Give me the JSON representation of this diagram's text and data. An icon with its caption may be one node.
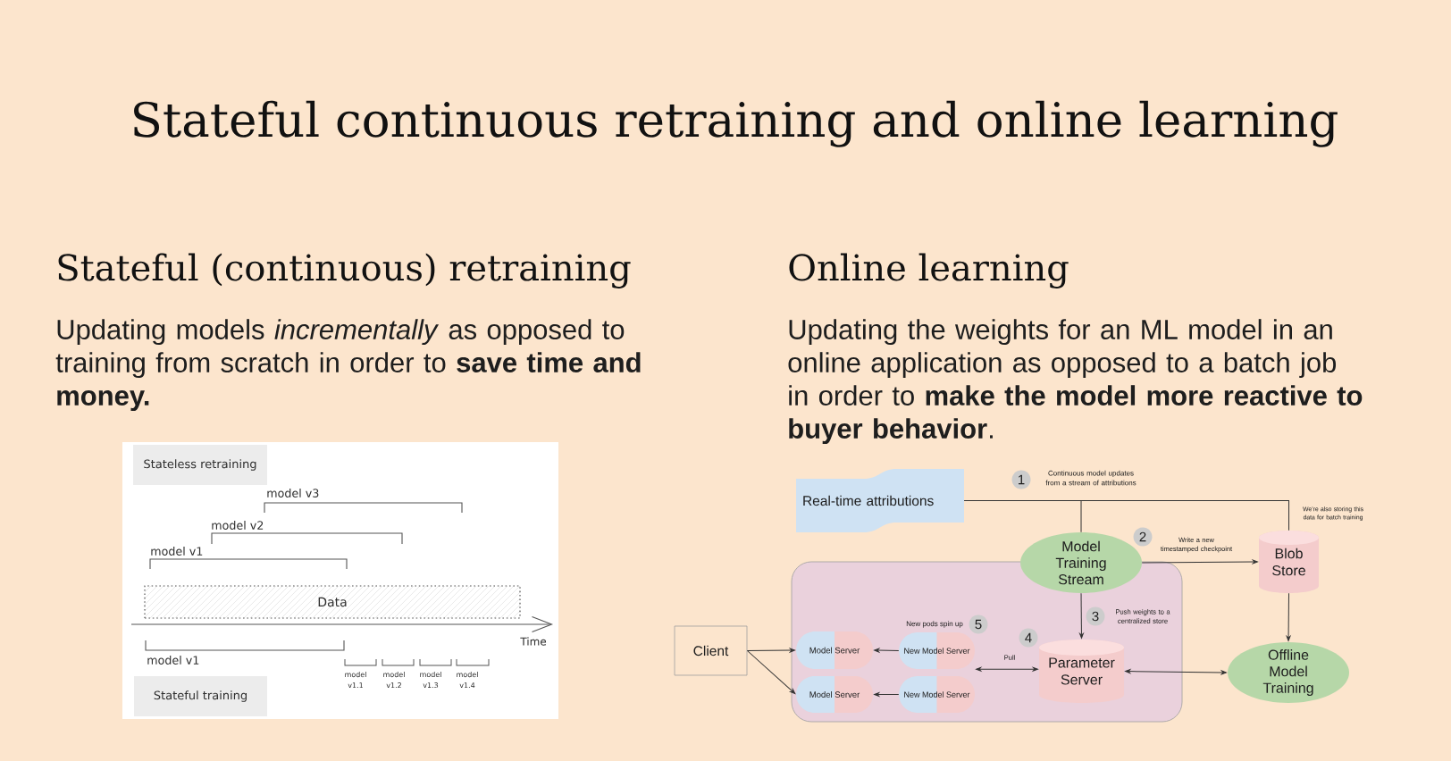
{
  "diagram": {
    "title": "Stateful continuous retraining and online learning",
    "nodes": [
      {
        "text": [
          "Stateless retraining"
        ]
      },
      {
        "text": [
          "Data"
        ]
      },
      {
        "text": [
          "Stateful training"
        ]
      },
      {
        "text": [
          "Real-time attributions"
        ]
      },
      {
        "text": [
          "Model Training Stream"
        ]
      },
      {
        "text": [
          "Blob Store"
        ]
      },
      {
        "text": [],
        "shape": "box"
      },
      {
        "text": [
          "Client"
        ]
      },
      {
        "text": [
          "Model Server"
        ],
        "in": 6
      },
      {
        "text": [
          "New Model Server"
        ],
        "in": 6
      },
      {
        "text": [
          "Model Server"
        ],
        "in": 6
      },
      {
        "text": [
          "New Model Server"
        ],
        "in": 6
      },
      {
        "text": [
          "Parameter Server"
        ],
        "in": 6
      },
      {
        "text": [
          "Offline Model Training"
        ]
      }
    ],
    "edges": [
      {
        "from": 3,
        "to": 4,
        "arrow": "none"
      },
      {
        "from": 3,
        "to": 5,
        "arrow": "none"
      },
      {
        "from": 4,
        "to": 5,
        "arrow": "to"
      },
      {
        "from": 4,
        "to": 12,
        "arrow": "to"
      },
      {
        "from": 5,
        "to": 13,
        "arrow": "to"
      },
      {
        "from": 7,
        "to": 8,
        "arrow": "to"
      },
      {
        "from": 7,
        "to": 10,
        "arrow": "to"
      },
      {
        "from": 9,
        "to": 8,
        "arrow": "to"
      },
      {
        "from": 11,
        "to": 10,
        "arrow": "to"
      },
      {
        "from": 9,
        "to": 12,
        "arrow": "both",
        "label": "Pull"
      },
      {
        "from": 12,
        "to": 13,
        "arrow": "both"
      }
    ],
    "labels": [
      "Stateful (continuous) retraining",
      "Updating models *incrementally* as opposed to training from scratch in order to **save time and money.**",
      "model v3",
      "model v2",
      "model v1",
      "Time",
      "model v1",
      "model v1.1",
      "model v1.2",
      "model v1.3",
      "model v1.4",
      "Online learning",
      "Updating the weights for an ML model in an online application as opposed to a batch job in order to **make the model more reactive to buyer behavior**.",
      "1",
      "Continuous model updates from a stream of attributions",
      "We’re also storing this data for batch training",
      "2",
      "Write a new timestamped checkpoint",
      "New pods spin up",
      "5",
      "3",
      "Push weights to a centralized store",
      "4"
    ]
  }
}
